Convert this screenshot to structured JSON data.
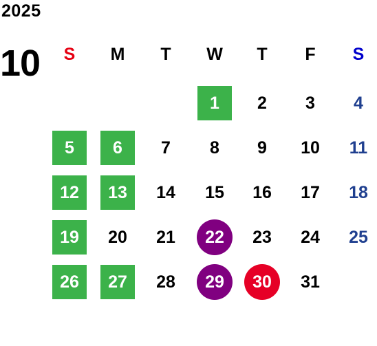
{
  "calendar": {
    "year": "2025",
    "month": "10",
    "weekdays": [
      {
        "label": "S",
        "color": "#e60012"
      },
      {
        "label": "M",
        "color": "#000000"
      },
      {
        "label": "T",
        "color": "#000000"
      },
      {
        "label": "W",
        "color": "#000000"
      },
      {
        "label": "T",
        "color": "#000000"
      },
      {
        "label": "F",
        "color": "#000000"
      },
      {
        "label": "S",
        "color": "#0000cc"
      }
    ],
    "colors": {
      "green": "#3cb24a",
      "purple": "#800080",
      "red": "#e60026",
      "sat_blue": "#1f3f8f"
    },
    "first_weekday_index": 3,
    "days": [
      {
        "day": "1",
        "mark": "green"
      },
      {
        "day": "2",
        "mark": "none"
      },
      {
        "day": "3",
        "mark": "none"
      },
      {
        "day": "4",
        "mark": "sat"
      },
      {
        "day": "5",
        "mark": "green"
      },
      {
        "day": "6",
        "mark": "green"
      },
      {
        "day": "7",
        "mark": "none"
      },
      {
        "day": "8",
        "mark": "none"
      },
      {
        "day": "9",
        "mark": "none"
      },
      {
        "day": "10",
        "mark": "none"
      },
      {
        "day": "11",
        "mark": "sat"
      },
      {
        "day": "12",
        "mark": "green"
      },
      {
        "day": "13",
        "mark": "green"
      },
      {
        "day": "14",
        "mark": "none"
      },
      {
        "day": "15",
        "mark": "none"
      },
      {
        "day": "16",
        "mark": "none"
      },
      {
        "day": "17",
        "mark": "none"
      },
      {
        "day": "18",
        "mark": "sat"
      },
      {
        "day": "19",
        "mark": "green"
      },
      {
        "day": "20",
        "mark": "none"
      },
      {
        "day": "21",
        "mark": "none"
      },
      {
        "day": "22",
        "mark": "purple"
      },
      {
        "day": "23",
        "mark": "none"
      },
      {
        "day": "24",
        "mark": "none"
      },
      {
        "day": "25",
        "mark": "sat"
      },
      {
        "day": "26",
        "mark": "green"
      },
      {
        "day": "27",
        "mark": "green"
      },
      {
        "day": "28",
        "mark": "none"
      },
      {
        "day": "29",
        "mark": "purple"
      },
      {
        "day": "30",
        "mark": "red"
      },
      {
        "day": "31",
        "mark": "none"
      }
    ]
  }
}
